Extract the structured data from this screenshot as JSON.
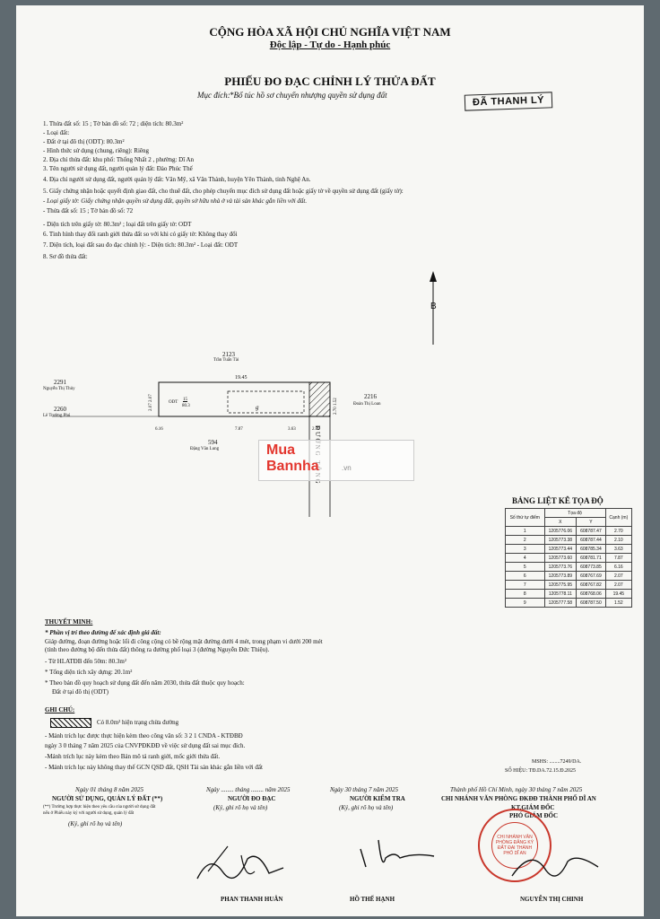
{
  "header": {
    "republic": "CỘNG HÒA XÃ HỘI CHỦ NGHĨA VIỆT NAM",
    "motto": "Độc lập - Tự do - Hạnh phúc",
    "title": "PHIẾU ĐO ĐẠC CHỈNH LÝ THỬA ĐẤT",
    "purpose_label": "Mục đích:",
    "purpose": "*Bổ túc hồ sơ chuyển nhượng quyền sử dụng đất",
    "stamp": "ĐÃ THANH LÝ"
  },
  "fields": {
    "l1": "1. Thửa đất số: 15    ; Tờ bản đồ số: 72    ; diện tích: 80.3m²",
    "l1b": "- Loại đất:",
    "l1c": "- Đất ở tại đô thị (ODT):    80.3m²",
    "l1d": "- Hình thức sử dụng (chung, riêng):    Riêng",
    "l2": "2. Địa chỉ thửa đất:    khu phố:  Thống Nhất 2 , phường: Dĩ An",
    "l3": "3. Tên người sử dụng đất, người quản lý đất:    Đào Phúc Thế",
    "l4": "4. Địa chỉ người sử dụng đất, người quản lý đất:    Vân Mỹ, xã Văn Thành, huyện Yên Thành, tỉnh Nghệ An.",
    "l5": "5. Giấy chứng nhận hoặc quyết định giao đất, cho thuê đất, cho phép chuyển mục đích sử dụng đất hoặc giấy tờ về quyền sử dụng đất (giấy tờ):",
    "l5b": "- Loại giấy tờ: Giấy chứng nhận quyền sử dụng đất, quyền sở hữu nhà ở và tài sản khác gắn liền với đất.",
    "l5c": "- Thửa đất số: 15    ; Tờ bản đồ số:    72",
    "l5d": "- Diện tích trên giấy tờ:    80.3m²    ; loại đất trên giấy tờ:    ODT",
    "l6": "6. Tình hình thay đổi ranh giới thửa đất so với khi có giấy tờ:  Không thay đổi",
    "l7": "7. Diện tích, loại đất sau đo đạc chỉnh lý:  - Diện tích:  80.3m²  - Loại đất:  ODT",
    "l8": "8. Sơ đồ thửa đất:"
  },
  "diagram": {
    "north": "B",
    "n_top_num": "2123",
    "n_top_name": "Trần Tuấn Tài",
    "n_left1_num": "2291",
    "n_left1_name": "Nguyễn Thị Thủy",
    "n_left2_num": "2260",
    "n_left2_name": "Lê Trường Phú",
    "n_right_num": "2216",
    "n_right_name": "Đoàn Thị Loan",
    "n_bottom_num": "594",
    "n_bottom_name": "Đặng Văn Lung",
    "parcel_label_a": "ODT",
    "parcel_num": "15",
    "parcel_area": "80.3",
    "house_label": "g",
    "top_len": "19.45",
    "bottom_len_a": "6.16",
    "bottom_len_b": "7.87",
    "bottom_len_c": "3.63",
    "bottom_len_d": "2.70",
    "left_len": "2.07  2.07",
    "right_len": "2.70  1.52",
    "road": "ĐƯỜNG  TÔNG"
  },
  "watermark": {
    "line1": "Mua",
    "line2": "Bannha",
    "line3": ".vn"
  },
  "coord_table": {
    "title": "BẢNG LIỆT KÊ TỌA ĐỘ",
    "h1": "Số thứ tự điểm",
    "h2": "Tọa độ",
    "h3": "Cạnh (m)",
    "hx": "X",
    "hy": "Y",
    "rows": [
      [
        "1",
        "1205776.06",
        "608787.47",
        "2.70"
      ],
      [
        "2",
        "1205773.38",
        "608787.44",
        "2.10"
      ],
      [
        "3",
        "1205773.44",
        "608785.34",
        "3.63"
      ],
      [
        "4",
        "1205773.60",
        "608781.71",
        "7.87"
      ],
      [
        "5",
        "1205773.76",
        "608773.85",
        "6.16"
      ],
      [
        "6",
        "1205773.89",
        "608767.69",
        "2.07"
      ],
      [
        "7",
        "1205775.95",
        "608767.82",
        "2.07"
      ],
      [
        "8",
        "1205778.11",
        "608768.06",
        "19.45"
      ],
      [
        "9",
        "1205777.58",
        "608787.50",
        "1.52"
      ]
    ]
  },
  "notes": {
    "title": "THUYẾT MINH:",
    "n1": "* Phần vị trí theo đường để xác định giá đất:",
    "n2": "Giáp đường, đoạn đường hoặc lối đi công cộng có bề rộng mặt đường dưới 4 mét, trong phạm vi dưới 200 mét",
    "n3": "(tính theo đường bộ đến thửa đất) thông ra đường phố loại 3 (đường Nguyễn Đức Thiệu).",
    "n4": "- Từ HLATĐB đến 50m: 80.3m²",
    "n5": "* Tổng diện tích xây dựng: 20.1m²",
    "n6": "* Theo bản đồ quy hoạch sử dụng đất đến năm 2030, thửa đất thuộc quy hoạch:",
    "n7": "Đất ở tại đô thị (ODT)"
  },
  "ghichu": {
    "title": "GHI CHÚ:",
    "g1": "Có 8.0m² hiện trạng chừa đường",
    "g2": "- Mảnh trích lục được thực hiện kèm theo công văn số:  3 2 1    CNDA - KTĐBĐ",
    "g3": "ngày  3 0  tháng  7  năm 2025 của CNVPĐKĐĐ về việc sử dụng đất sai mục đích.",
    "g4": "-Mảnh trích lục này kèm theo   Bản mô tả ranh giới, mốc giới thửa đất.",
    "g5": "- Mảnh trích lục này không thay thế GCN QSD đất, QSH Tài sản khác gắn liền với đất",
    "msh": "MSHS: ........7249/DA.",
    "sohieu": "SỐ HIỆU: TĐ.DA.72.15.Đ.2025"
  },
  "signatures": {
    "s1_date": "Ngày  01  tháng  8  năm 2025",
    "s1_title": "NGƯỜI SỬ DỤNG, QUẢN LÝ ĐẤT (**)",
    "s1_note1": "(**) Trường hợp thực hiện theo yêu cầu của người sử dụng đất",
    "s1_note2": "nếu ở Phiếu này ký với người sử dụng, quản lý đất",
    "s1_sub": "(Ký, ghi rõ họ và tên)",
    "s2_date": "Ngày ........ tháng ........ năm 2025",
    "s2_title": "NGƯỜI ĐO ĐẠC",
    "s2_sub": "(Ký, ghi rõ họ và tên)",
    "s2_name": "PHAN THANH HUÂN",
    "s3_date": "Ngày  30  tháng  7  năm 2025",
    "s3_title": "NGƯỜI KIỂM TRA",
    "s3_sub": "(Ký, ghi rõ họ và tên)",
    "s3_name": "HỒ THẾ HẠNH",
    "s4_date": "Thành phố Hồ Chí Minh, ngày  30  tháng  7  năm 2025",
    "s4_title": "CHI NHÁNH VĂN PHÒNG ĐKĐĐ THÀNH PHỐ DĨ AN",
    "s4_sub1": "KT.GIÁM ĐỐC",
    "s4_sub2": "PHÓ GIÁM ĐỐC",
    "s4_name": "NGUYỄN THỊ CHINH",
    "seal_text": "CHI NHÁNH VĂN PHÒNG ĐĂNG KÝ ĐẤT ĐAI THÀNH PHỐ DĨ AN"
  }
}
